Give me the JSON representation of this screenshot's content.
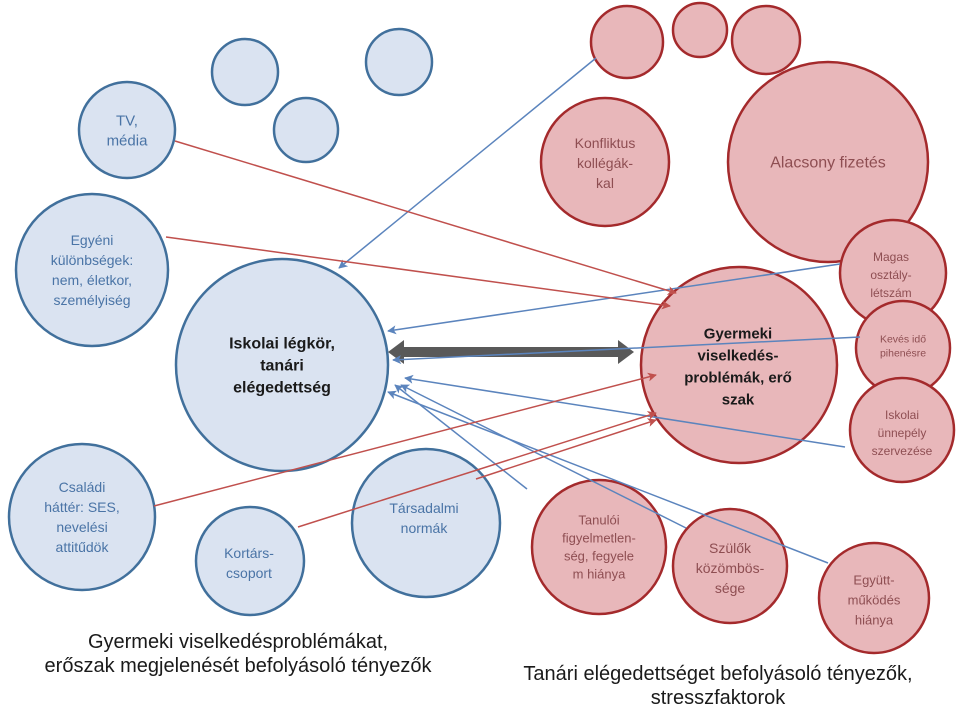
{
  "colors": {
    "blue_fill": "#dae3f1",
    "blue_stroke": "#41709c",
    "blue_text": "#4a74a6",
    "blue_arrow": "#5b84bd",
    "red_fill": "#e8b7ba",
    "red_stroke": "#a42a2c",
    "red_text": "#8e4e52",
    "red_arrow": "#c0504d",
    "dark_text": "#1a1a1a",
    "double_arrow": "#595959"
  },
  "nodes": {
    "tv_media": [
      "TV,",
      "média"
    ],
    "individual_differences": [
      "Egyéni",
      "különbségek:",
      "nem, életkor,",
      "személyiség"
    ],
    "school_climate": [
      "Iskolai légkör,",
      "tanári",
      "elégedettség"
    ],
    "family_background": [
      "Családi",
      "háttér: SES,",
      "nevelési",
      "attitűdök"
    ],
    "peer_group": [
      "Kortárs-",
      "csoport"
    ],
    "social_norms": [
      "Társadalmi",
      "normák"
    ],
    "colleague_conflict": [
      "Konfliktus",
      "kollégák-",
      "kal"
    ],
    "low_salary": [
      "Alacsony fizetés"
    ],
    "child_behavior": [
      "Gyermeki",
      "viselkedés-",
      "problémák, erő",
      "szak"
    ],
    "large_classes": [
      "Magas",
      "osztály-",
      "létszám"
    ],
    "little_rest": [
      "Kevés idő",
      "pihenésre"
    ],
    "school_events": [
      "Iskolai",
      "ünnepély",
      "szervezése"
    ],
    "student_inattention": [
      "Tanulói",
      "figyelmetlen-",
      "ség, fegyele",
      "m hiánya"
    ],
    "parent_indifference": [
      "Szülők",
      "közömbös-",
      "sége"
    ],
    "lack_of_cooperation": [
      "Együtt-",
      "működés",
      "hiánya"
    ]
  },
  "captions": {
    "left": [
      "Gyermeki viselkedésproblémákat,",
      "erőszak megjelenését befolyásoló tényezők"
    ],
    "right": [
      "Tanári elégedettséget befolyásoló tényezők,",
      "stresszfaktorok"
    ]
  }
}
